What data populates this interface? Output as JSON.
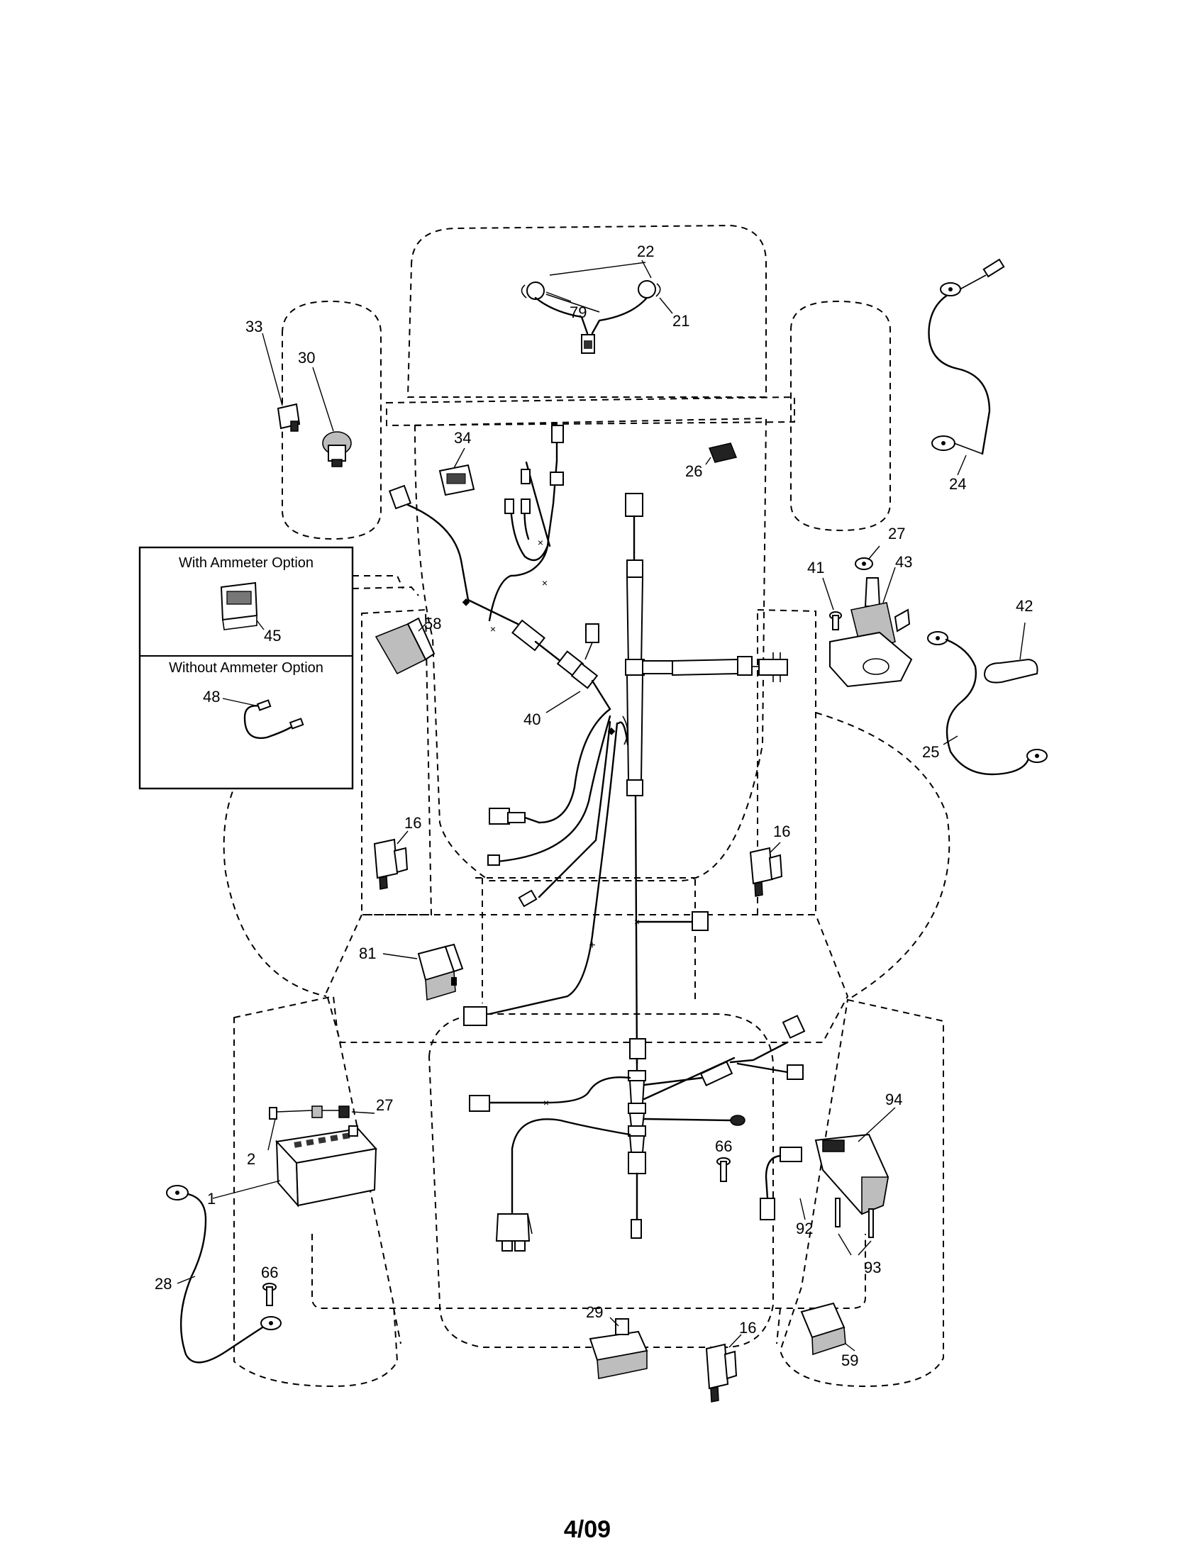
{
  "option_box": {
    "with_ammeter_title": "With Ammeter Option",
    "without_ammeter_title": "Without Ammeter Option"
  },
  "callouts": {
    "c1": "1",
    "c2": "2",
    "c16a": "16",
    "c16b": "16",
    "c16c": "16",
    "c21": "21",
    "c22": "22",
    "c24": "24",
    "c25": "25",
    "c26": "26",
    "c27a": "27",
    "c27b": "27",
    "c28": "28",
    "c29": "29",
    "c30": "30",
    "c33": "33",
    "c34": "34",
    "c40": "40",
    "c41": "41",
    "c42": "42",
    "c43": "43",
    "c45": "45",
    "c48": "48",
    "c58": "58",
    "c59": "59",
    "c66a": "66",
    "c66b": "66",
    "c79": "79",
    "c81": "81",
    "c92": "92",
    "c93": "93",
    "c94": "94"
  },
  "footer": {
    "date": "4/09"
  }
}
